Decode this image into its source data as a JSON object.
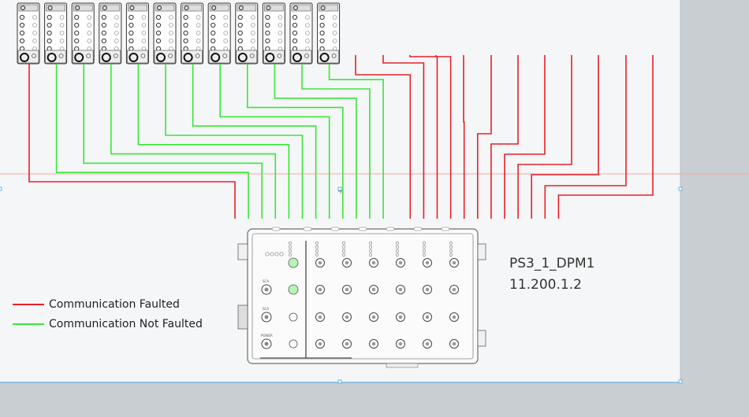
{
  "colors": {
    "faulted": "#e8202a",
    "not_faulted": "#39e53a",
    "canvas_bg": "#f5f6f7",
    "device_stroke": "#6b6b6b",
    "outer_bg": "#c9ced3",
    "guide_line": "#f4a6a6"
  },
  "device": {
    "name": "PS3_1_DPM1",
    "ip": "11.200.1.2",
    "labels": {
      "in_a": "SCA",
      "in_b": "SCA",
      "power": "POWER"
    }
  },
  "legend": {
    "faulted_label": "Communication Faulted",
    "not_faulted_label": "Communication Not Faulted"
  },
  "modules": [
    {
      "id": "node-1",
      "status": "faulted"
    },
    {
      "id": "node-2",
      "status": "not_faulted"
    },
    {
      "id": "node-3",
      "status": "not_faulted"
    },
    {
      "id": "node-4",
      "status": "not_faulted"
    },
    {
      "id": "node-5",
      "status": "not_faulted"
    },
    {
      "id": "node-6",
      "status": "not_faulted"
    },
    {
      "id": "node-7",
      "status": "not_faulted"
    },
    {
      "id": "node-8",
      "status": "not_faulted"
    },
    {
      "id": "node-9",
      "status": "not_faulted"
    },
    {
      "id": "node-10",
      "status": "not_faulted"
    },
    {
      "id": "node-11",
      "status": "not_faulted"
    },
    {
      "id": "node-12",
      "status": "not_faulted"
    }
  ],
  "unconnected_ports": [
    {
      "status": "faulted"
    },
    {
      "status": "faulted"
    },
    {
      "status": "faulted"
    },
    {
      "status": "faulted"
    },
    {
      "status": "faulted"
    },
    {
      "status": "faulted"
    },
    {
      "status": "faulted"
    },
    {
      "status": "faulted"
    },
    {
      "status": "faulted"
    },
    {
      "status": "faulted"
    },
    {
      "status": "faulted"
    },
    {
      "status": "faulted"
    }
  ]
}
